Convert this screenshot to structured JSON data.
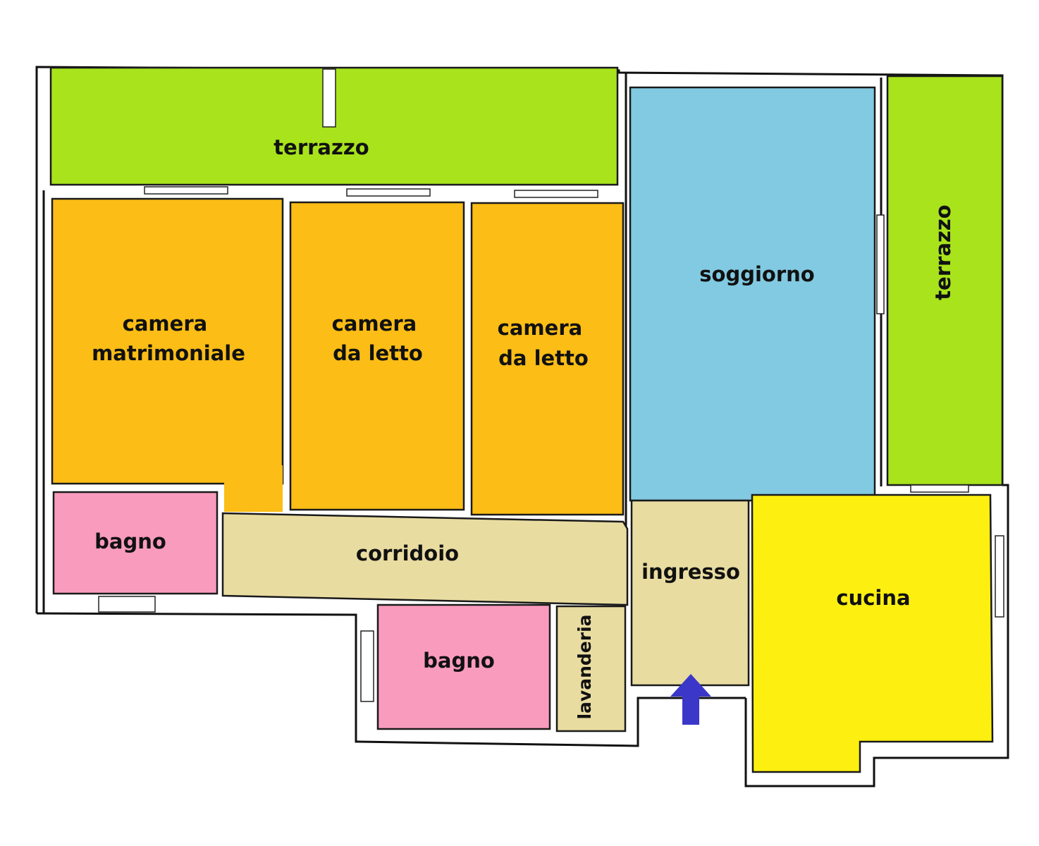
{
  "colors": {
    "terrace": "#a8e31c",
    "bedroom": "#fbbd16",
    "living": "#81cae2",
    "bath": "#f99bbd",
    "circulation": "#e9dca1",
    "kitchen": "#fdf010",
    "entry_arrow": "#3a37c9",
    "wall": "#111111"
  },
  "rooms": {
    "terrazzo_top": {
      "lines": [
        "terrazzo"
      ]
    },
    "terrazzo_right": {
      "lines": [
        "terrazzo"
      ]
    },
    "soggiorno": {
      "lines": [
        "soggiorno"
      ]
    },
    "camera_matrimoniale": {
      "lines": [
        "camera",
        "matrimoniale"
      ]
    },
    "camera_da_letto_1": {
      "lines": [
        "camera",
        "da letto"
      ]
    },
    "camera_da_letto_2": {
      "lines": [
        "camera",
        "da letto"
      ]
    },
    "bagno_left": {
      "lines": [
        "bagno"
      ]
    },
    "corridoio": {
      "lines": [
        "corridoio"
      ]
    },
    "ingresso": {
      "lines": [
        "ingresso"
      ]
    },
    "cucina": {
      "lines": [
        "cucina"
      ]
    },
    "bagno_bottom": {
      "lines": [
        "bagno"
      ]
    },
    "lavanderia": {
      "lines": [
        "lavanderia"
      ]
    }
  },
  "icons": {
    "entry": "up-arrow-icon"
  }
}
